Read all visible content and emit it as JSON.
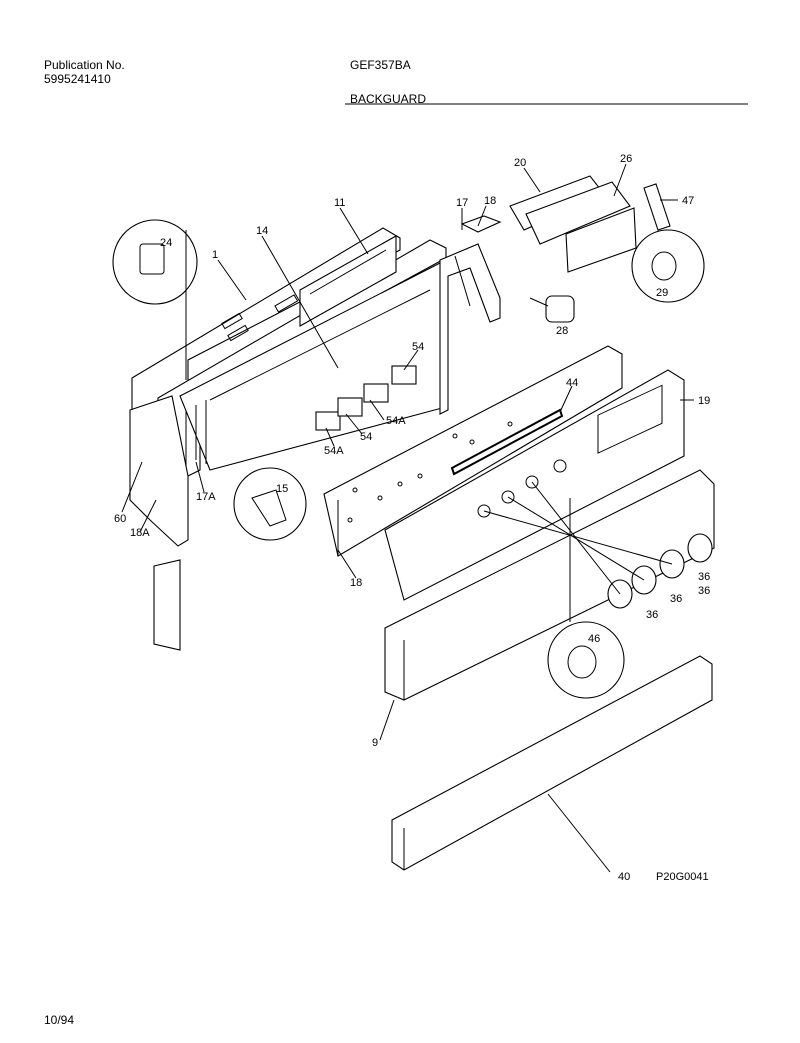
{
  "header": {
    "publication_label": "Publication No.",
    "publication_number": "5995241410",
    "model": "GEF357BA",
    "section_title": "BACKGUARD"
  },
  "footer": {
    "date": "10/94",
    "drawing_id": "P20G0041"
  },
  "callouts": [
    {
      "id": "c1",
      "label": "1"
    },
    {
      "id": "c9",
      "label": "9"
    },
    {
      "id": "c11",
      "label": "11"
    },
    {
      "id": "c14",
      "label": "14"
    },
    {
      "id": "c15",
      "label": "15"
    },
    {
      "id": "c17",
      "label": "17"
    },
    {
      "id": "c17a",
      "label": "17A"
    },
    {
      "id": "c18top",
      "label": "18"
    },
    {
      "id": "c18bot",
      "label": "18"
    },
    {
      "id": "c18a",
      "label": "18A"
    },
    {
      "id": "c19",
      "label": "19"
    },
    {
      "id": "c20",
      "label": "20"
    },
    {
      "id": "c24",
      "label": "24"
    },
    {
      "id": "c26",
      "label": "26"
    },
    {
      "id": "c28",
      "label": "28"
    },
    {
      "id": "c29",
      "label": "29"
    },
    {
      "id": "c36a",
      "label": "36"
    },
    {
      "id": "c36b",
      "label": "36"
    },
    {
      "id": "c36c",
      "label": "36"
    },
    {
      "id": "c36d",
      "label": "36"
    },
    {
      "id": "c40",
      "label": "40"
    },
    {
      "id": "c44",
      "label": "44"
    },
    {
      "id": "c46",
      "label": "46"
    },
    {
      "id": "c47",
      "label": "47"
    },
    {
      "id": "c54a",
      "label": "54"
    },
    {
      "id": "c54b",
      "label": "54"
    },
    {
      "id": "c54A1",
      "label": "54A"
    },
    {
      "id": "c54A2",
      "label": "54A"
    },
    {
      "id": "c60",
      "label": "60"
    }
  ]
}
